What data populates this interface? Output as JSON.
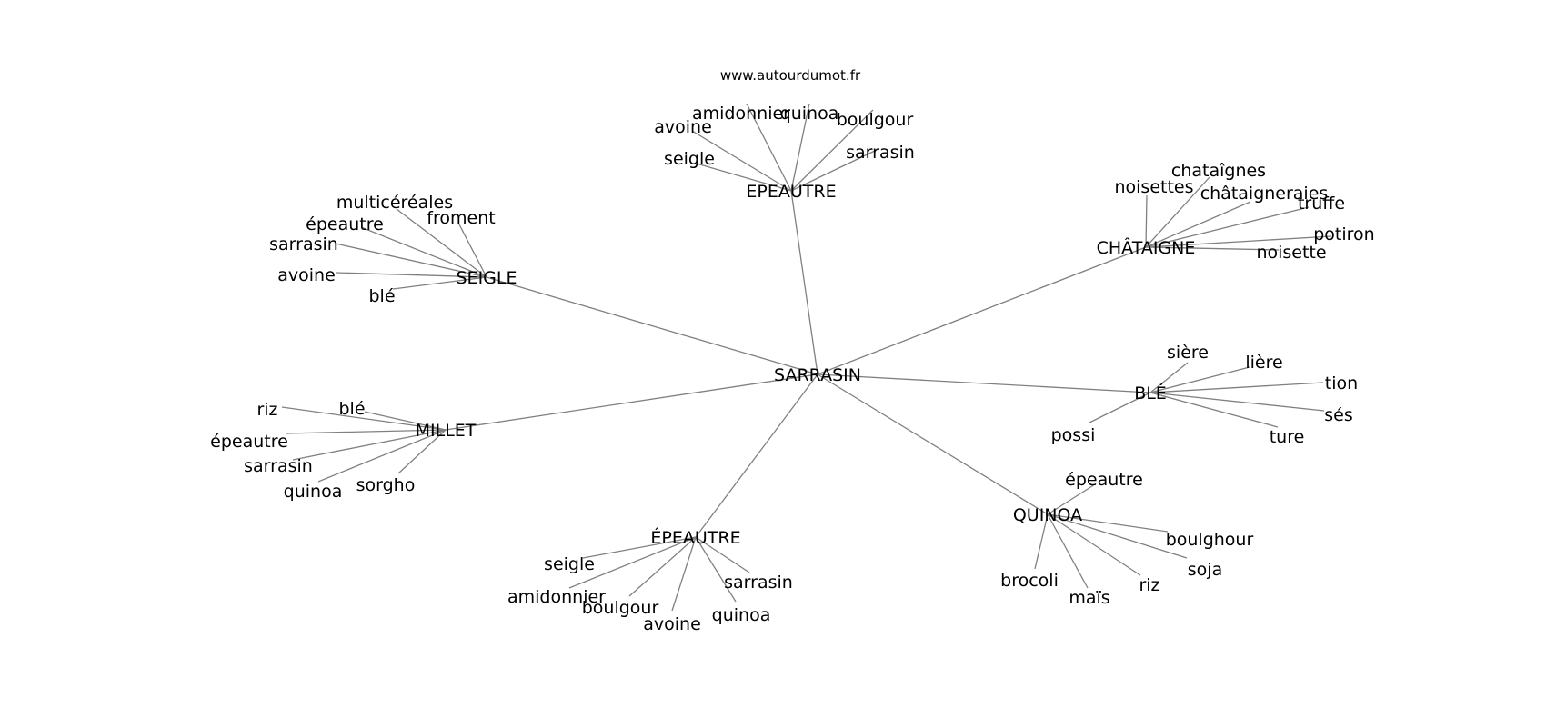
{
  "watermark": "www.autourdumot.fr",
  "graph": {
    "root": "SARRASIN",
    "clusters": [
      {
        "label": "EPEAUTRE",
        "words": [
          "avoine",
          "amidonnier",
          "quinoa",
          "boulgour",
          "seigle",
          "sarrasin"
        ]
      },
      {
        "label": "CHÂTAIGNE",
        "words": [
          "chataîgnes",
          "noisettes",
          "châtaigneraies",
          "truffe",
          "potiron",
          "noisette"
        ]
      },
      {
        "label": "SEIGLE",
        "words": [
          "multicéréales",
          "froment",
          "épeautre",
          "sarrasin",
          "avoine",
          "blé"
        ]
      },
      {
        "label": "BLÉ",
        "words": [
          "sière",
          "lière",
          "tion",
          "sés",
          "ture",
          "possi"
        ]
      },
      {
        "label": "MILLET",
        "words": [
          "riz",
          "blé",
          "épeautre",
          "sarrasin",
          "quinoa",
          "sorgho"
        ]
      },
      {
        "label": "QUINOA",
        "words": [
          "épeautre",
          "boulghour",
          "soja",
          "riz",
          "maïs",
          "brocoli"
        ]
      },
      {
        "label": "ÉPEAUTRE",
        "words": [
          "seigle",
          "amidonnier",
          "boulgour",
          "avoine",
          "quinoa",
          "sarrasin"
        ]
      }
    ]
  }
}
